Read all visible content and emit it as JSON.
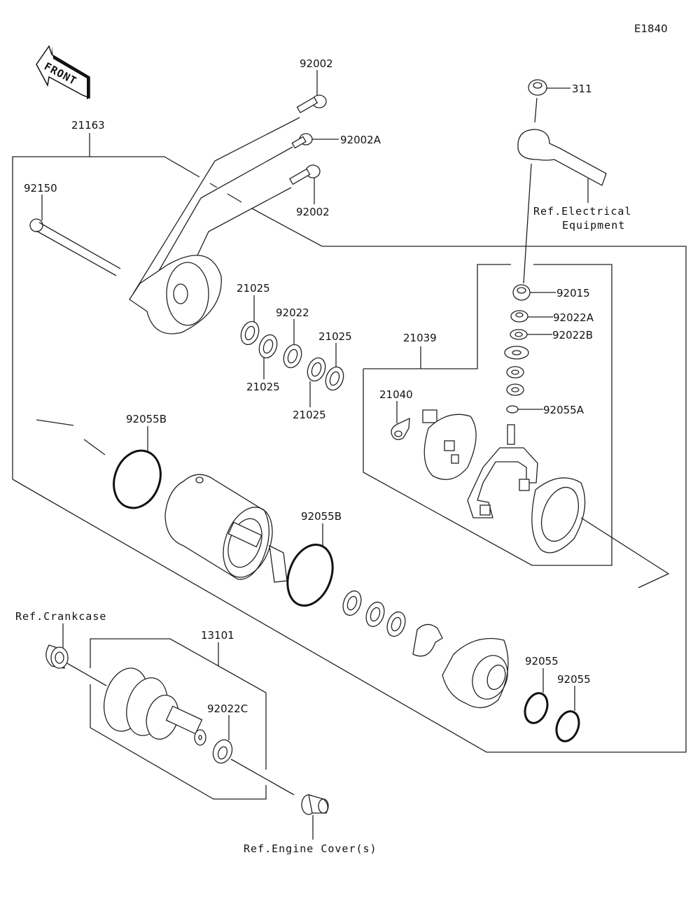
{
  "diagram": {
    "code": "E1840",
    "front_label": "FRONT",
    "parts": {
      "p21163": "21163",
      "p92002_top": "92002",
      "p92002A": "92002A",
      "p92002_bottom": "92002",
      "p92150": "92150",
      "p311": "311",
      "p92015": "92015",
      "p92022A": "92022A",
      "p92022B": "92022B",
      "p21039": "21039",
      "p21040": "21040",
      "p92055A": "92055A",
      "p21025_a": "21025",
      "p21025_b": "21025",
      "p21025_c": "21025",
      "p21025_d": "21025",
      "p92022": "92022",
      "p92055B_left": "92055B",
      "p92055B_mid": "92055B",
      "p13101": "13101",
      "p92022C": "92022C",
      "p92055_a": "92055",
      "p92055_b": "92055"
    },
    "references": {
      "electrical_line1": "Ref.Electrical",
      "electrical_line2": "Equipment",
      "crankcase": "Ref.Crankcase",
      "engine_cover": "Ref.Engine Cover(s)"
    }
  }
}
